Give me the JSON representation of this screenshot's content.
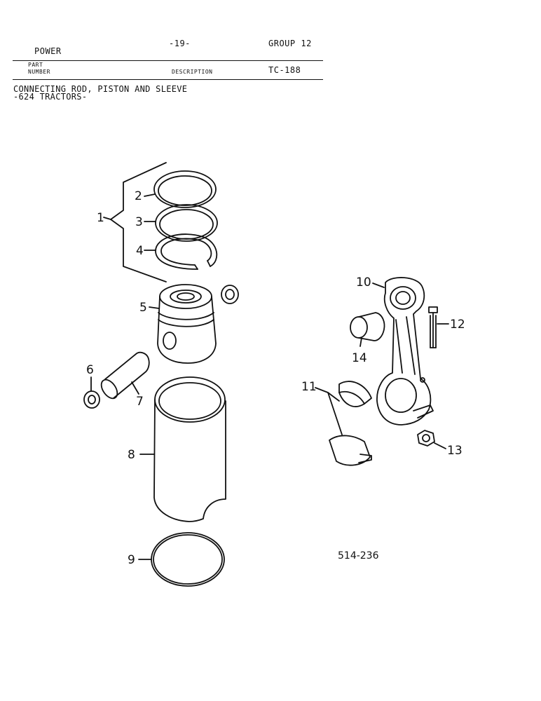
{
  "header": {
    "section": "POWER",
    "page": "-19-",
    "group": "GROUP 12",
    "col_part_line1": "PART",
    "col_part_line2": "NUMBER",
    "col_description": "DESCRIPTION",
    "ref_code": "TC-188"
  },
  "title": {
    "line1": "CONNECTING ROD, PISTON AND SLEEVE",
    "line2": "-624 TRACTORS-"
  },
  "callouts": {
    "c1": "1",
    "c2": "2",
    "c3": "3",
    "c4": "4",
    "c5": "5",
    "c6": "6",
    "c7": "7",
    "c8": "8",
    "c9": "9",
    "c10": "10",
    "c11": "11",
    "c12": "12",
    "c13": "13",
    "c14": "14"
  },
  "illustration_ref": "514-236"
}
